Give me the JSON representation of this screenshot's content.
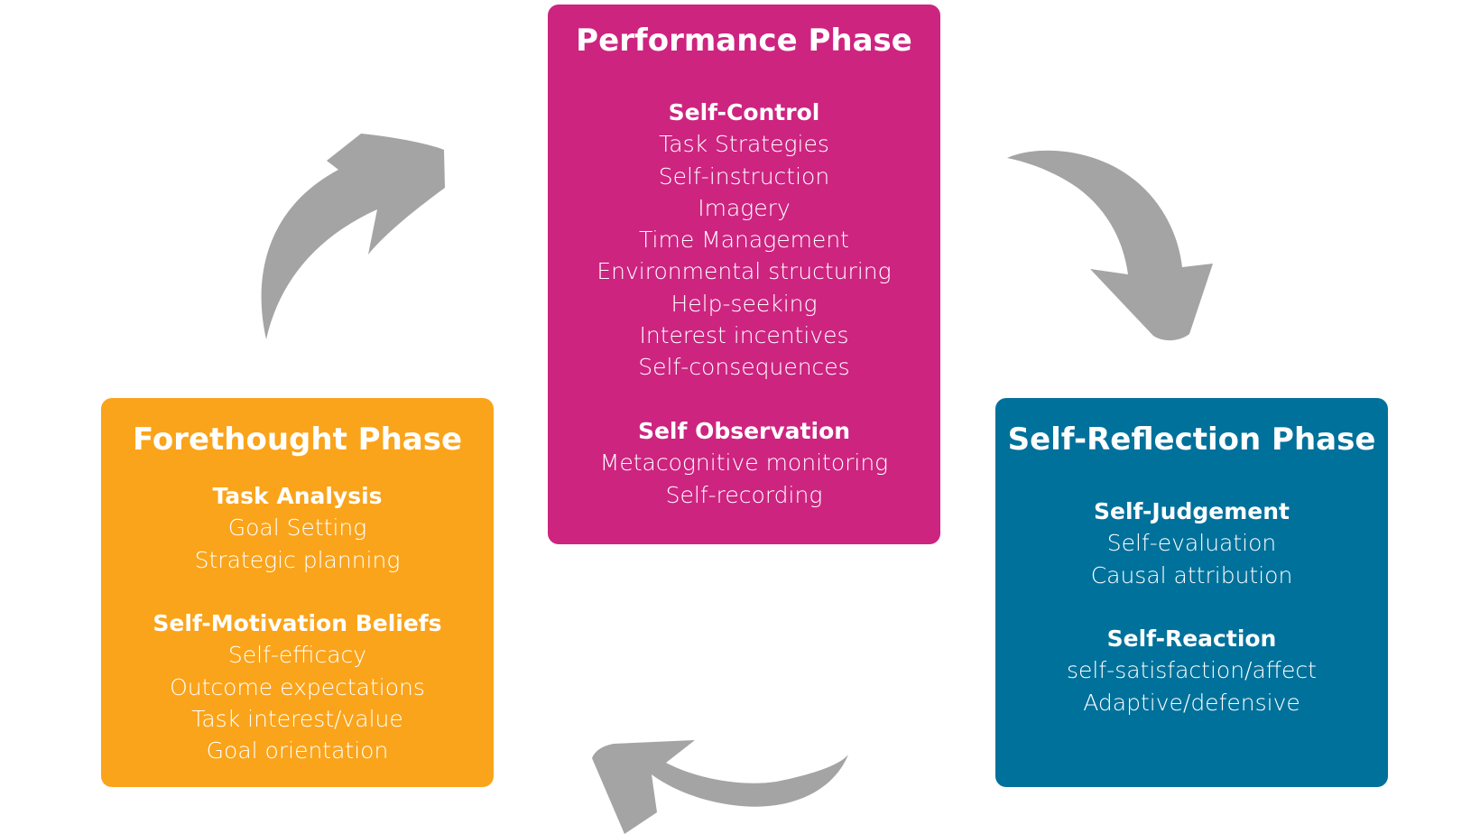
{
  "diagram": {
    "colors": {
      "performance": "#cd2480",
      "forethought": "#faa41b",
      "reflection": "#00719b",
      "arrow": "#a4a4a4",
      "text": "#ffffff"
    },
    "phases": {
      "performance": {
        "title": "Performance Phase",
        "sections": [
          {
            "heading": "Self-Control",
            "items": [
              "Task Strategies",
              "Self-instruction",
              "Imagery",
              "Time Management",
              "Environmental structuring",
              "Help-seeking",
              "Interest incentives",
              "Self-consequences"
            ]
          },
          {
            "heading": "Self Observation",
            "items": [
              "Metacognitive monitoring",
              "Self-recording"
            ]
          }
        ]
      },
      "forethought": {
        "title": "Forethought Phase",
        "sections": [
          {
            "heading": "Task Analysis",
            "items": [
              "Goal Setting",
              "Strategic planning"
            ]
          },
          {
            "heading": "Self-Motivation Beliefs",
            "items": [
              "Self-efficacy",
              "Outcome expectations",
              "Task interest/value",
              "Goal orientation"
            ]
          }
        ]
      },
      "reflection": {
        "title": "Self-Reflection Phase",
        "sections": [
          {
            "heading": "Self-Judgement",
            "items": [
              "Self-evaluation",
              "Causal attribution"
            ]
          },
          {
            "heading": "Self-Reaction",
            "items": [
              "self-satisfaction/affect",
              "Adaptive/defensive"
            ]
          }
        ]
      }
    },
    "arrows": [
      "curved-arrow-icon",
      "curved-arrow-icon",
      "curved-arrow-icon"
    ]
  }
}
